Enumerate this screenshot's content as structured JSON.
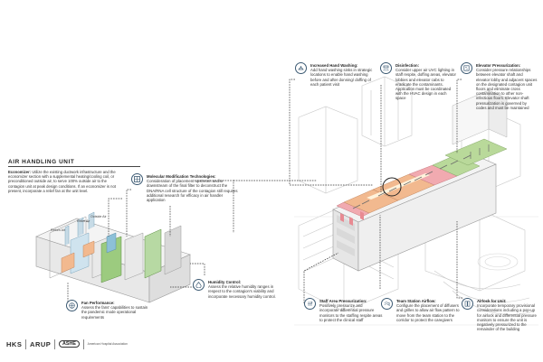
{
  "section": {
    "title": "AIR HANDLING UNIT"
  },
  "economizer": {
    "title": "Economizer:",
    "text": "Utilize the existing ductwork infrastructure and the economizer section with a supplemental heating/cooling coil, or preconditioned outside air, to serve 100% outside air to the contagion unit at peak design conditions. If an economizer is not present, incorporate a relief fan at the unit level."
  },
  "air_labels": {
    "outside": "Outside Air",
    "relief": "Relief Air",
    "return": "Return Air"
  },
  "callouts": {
    "molecular": {
      "title": "Molecular Modification Technologies:",
      "text": "Consideration of placement upstream and/or downstream of the final filter to deconstruct the DNA/RNA cell structure of the contagion still requires additional research for efficacy in air handler application"
    },
    "fan": {
      "title": "Fan Performance:",
      "text": "Assess the fans' capabilities to sustain the pandemic mode operational requirements"
    },
    "humidity": {
      "title": "Humidity Control:",
      "text": "Assess the relative humidity ranges in respect to the contagion's viability and incorporate necessary humidity control."
    },
    "handwash": {
      "title": "Increased Hand Washing:",
      "text": "Add hand washing sinks in strategic locations to enable hand washing before and after donning/ doffing of each patient visit"
    },
    "disinfection": {
      "title": "Disinfection:",
      "text": "Consider upper air UVC lighting in staff respite, doffing areas, elevator lobbies and elevator cabs to eradicate the contaminants. Application must be coordinated with the HVAC design in each space"
    },
    "elevator": {
      "title": "Elevator Pressurization:",
      "text": "Consider pressure relationships between elevator shaft and elevator lobby and adjacent spaces on the designated contagion unit floors and eliminate cross contamination to other non-infectious floors. Elevator shaft pressurization is governed by codes and must be maintained"
    },
    "staff": {
      "title": "Staff Area Pressurization:",
      "text": "Positively pressurize and incorporate differential pressure monitors to the staffing respite areas to protect the clinical staff"
    },
    "team": {
      "title": "Team Station Airflow:",
      "text": "Configure the placement of diffusers and grilles to allow air flow pattern to move from the team station to the corridor to protect the caregivers"
    },
    "airlock": {
      "title": "Airlock for Unit:",
      "text": "Incorporate temporary provisional considerations including a pop-up for airlock and differential pressure monitors to ensure the unit is negatively pressurized to the remainder of the building"
    }
  },
  "logos": {
    "hks": "HKS",
    "arup": "ARUP",
    "ashe": "ASHE",
    "aha": "American Hospital Association"
  },
  "colors": {
    "icon_ring": "#3c5a73",
    "green_zone": "#b9d99a",
    "orange_zone": "#f2b98f",
    "pink_zone": "#f1aab0",
    "leader": "#333333"
  }
}
